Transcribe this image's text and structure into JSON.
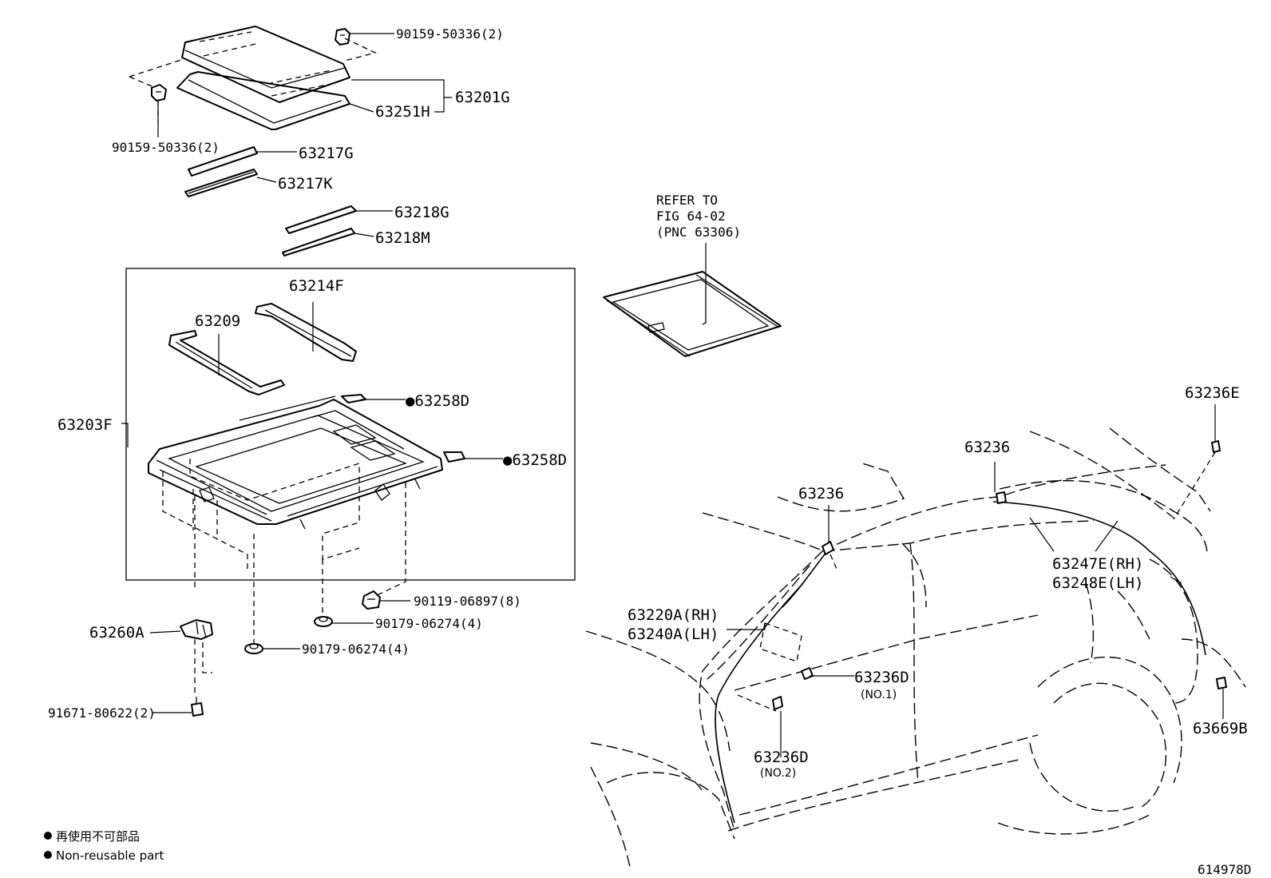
{
  "labels": {
    "p90159_top": "90159-50336(2)",
    "p90159_left": "90159-50336(2)",
    "p63201G": "63201G",
    "p63251H": "63251H",
    "p63217G": "63217G",
    "p63217K": "63217K",
    "p63218G": "63218G",
    "p63218M": "63218M",
    "p63214F": "63214F",
    "p63209": "63209",
    "p63203F": "63203F",
    "p63258D_a": "●63258D",
    "p63258D_b": "●63258D",
    "p90119": "90119-06897(8)",
    "p90179_a": "90179-06274(4)",
    "p90179_b": "90179-06274(4)",
    "p63260A": "63260A",
    "p91671": "91671-80622(2)",
    "refer_line1": "REFER TO",
    "refer_line2": "FIG 64-02",
    "refer_line3": "(PNC 63306)",
    "p63236E": "63236E",
    "p63236_a": "63236",
    "p63236_b": "63236",
    "p63247E": "63247E(RH)",
    "p63248E": "63248E(LH)",
    "p63220A": "63220A(RH)",
    "p63240A": "63240A(LH)",
    "p63236D_1": "63236D",
    "p63236D_1_note": "(NO.1)",
    "p63236D_2": "63236D",
    "p63236D_2_note": "(NO.2)",
    "p63669B": "63669B"
  },
  "legend": {
    "line1": "再使用不可部品",
    "line2": "Non-reusable part"
  },
  "figure_id": "614978D"
}
